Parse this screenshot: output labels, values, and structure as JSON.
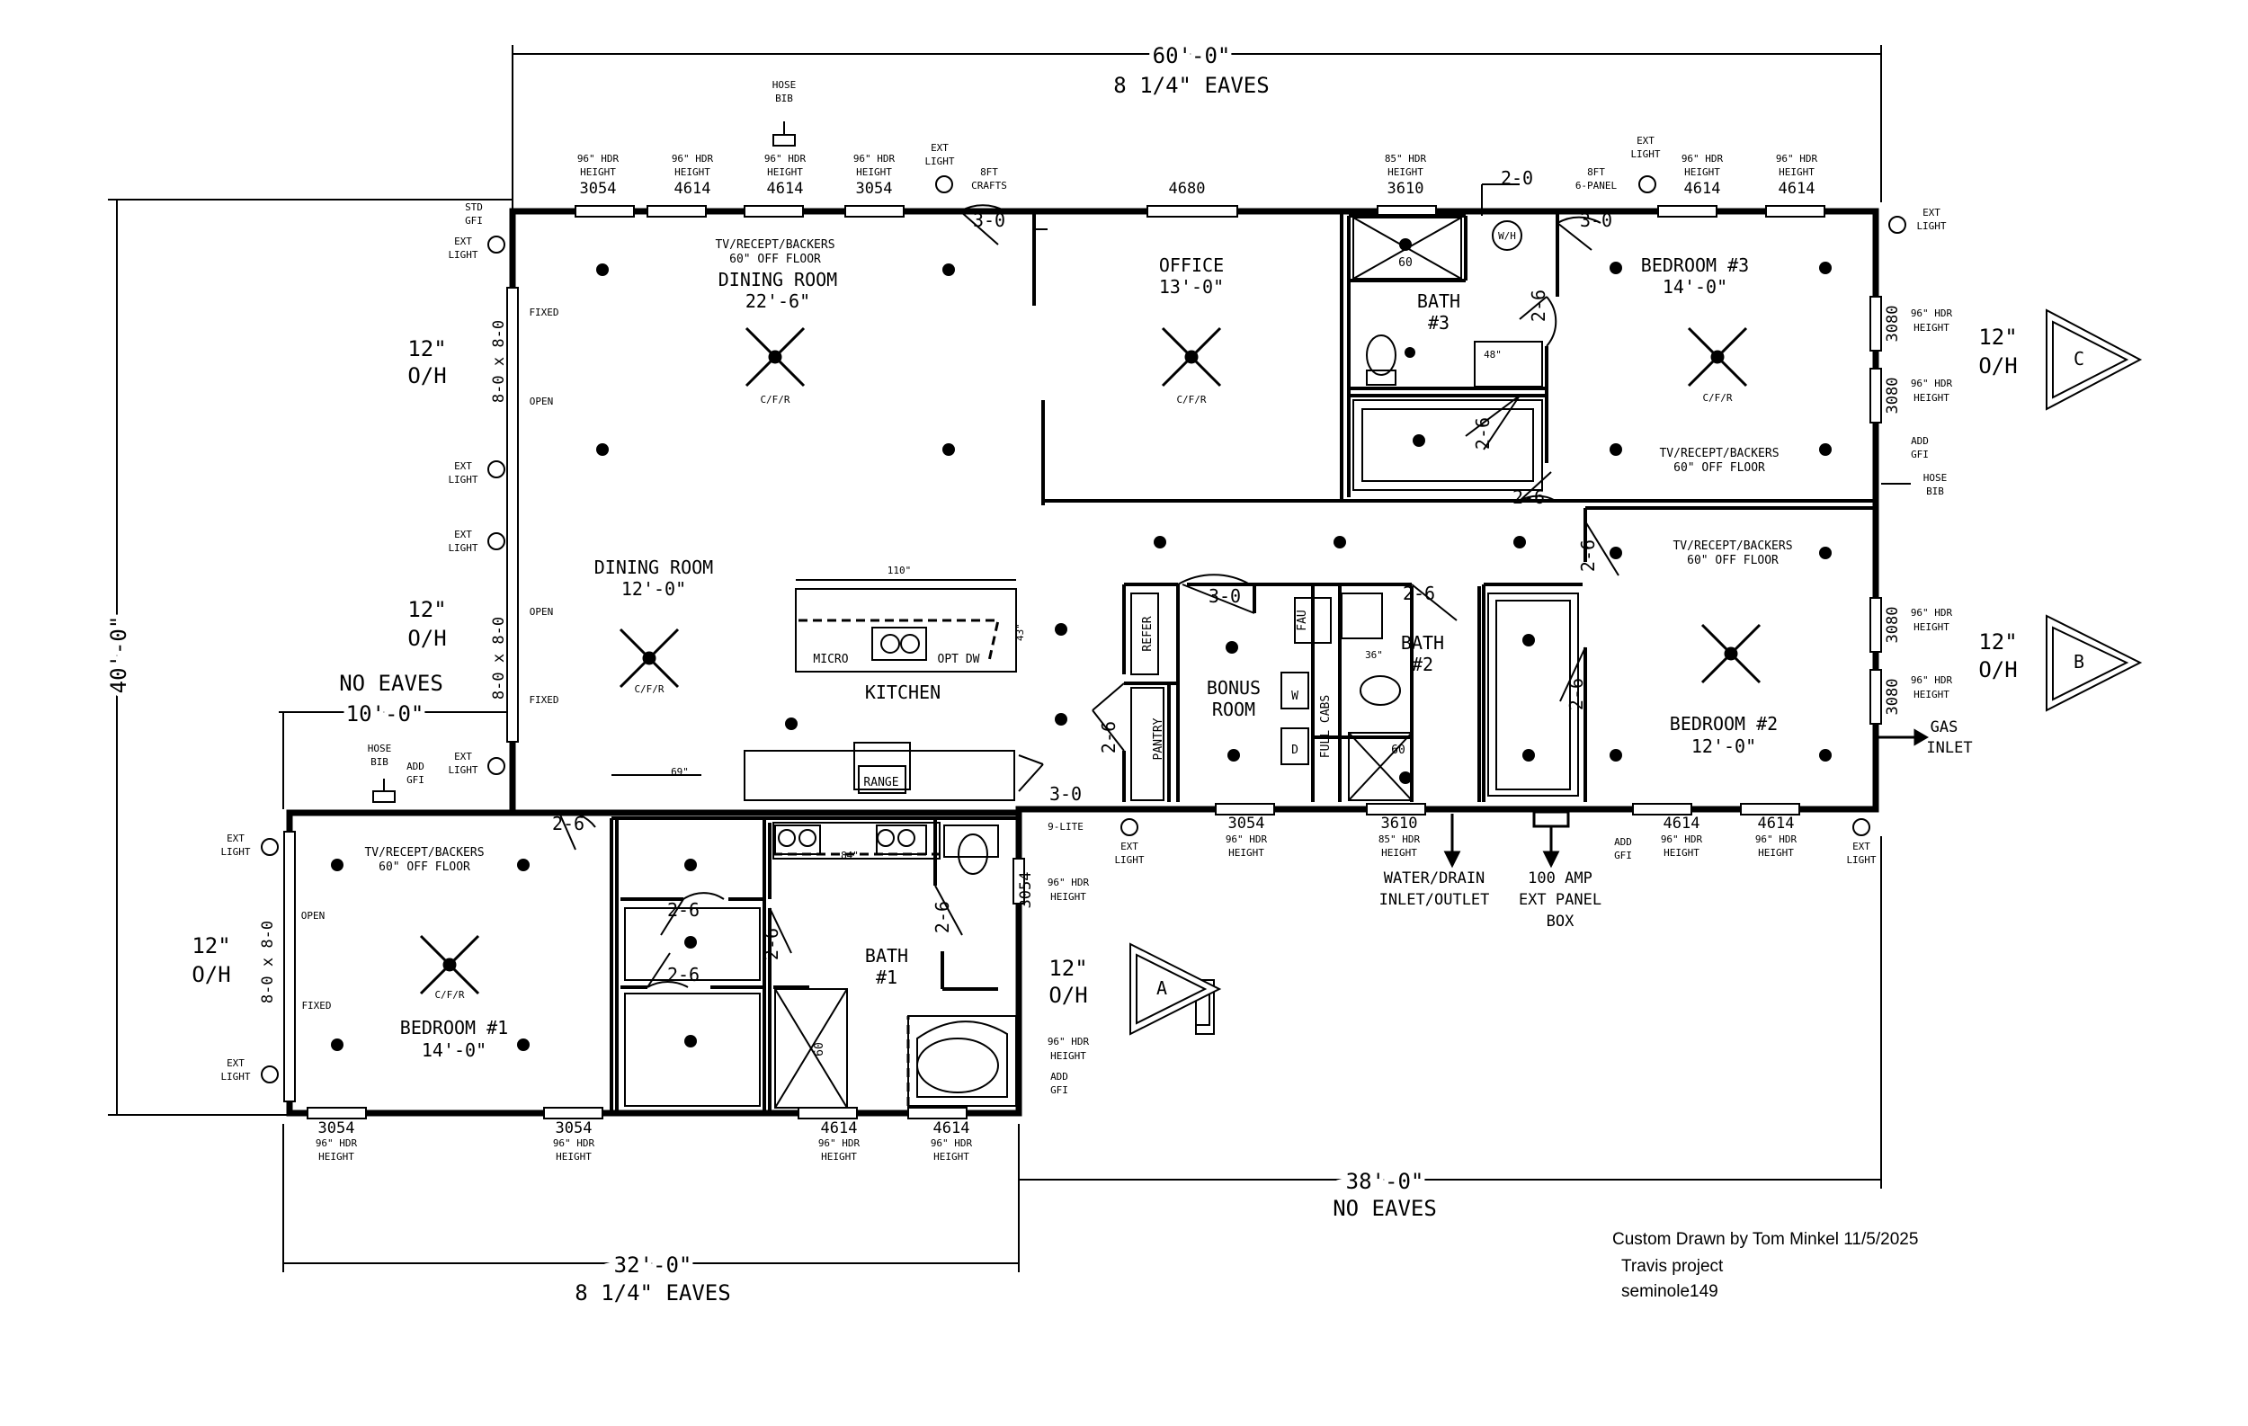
{
  "dimensions": {
    "top": "60'-0\"",
    "left": "40'-0\"",
    "bottom_left": "32'-0\"",
    "bottom_right": "38'-0\"",
    "notch": "10'-0\""
  },
  "eaves": {
    "top": "8 1/4\" EAVES",
    "bottom_left": "8 1/4\" EAVES",
    "bottom_right": "NO EAVES",
    "notch": "NO EAVES"
  },
  "overhang": {
    "size": "12\"",
    "type": "O/H"
  },
  "rooms": {
    "dining_top": {
      "name": "DINING ROOM",
      "size": "22'-6\""
    },
    "dining_mid": {
      "name": "DINING ROOM",
      "size": "12'-0\""
    },
    "office": {
      "name": "OFFICE",
      "size": "13'-0\""
    },
    "bath3": {
      "name": "BATH",
      "number": "#3"
    },
    "bedroom3": {
      "name": "BEDROOM #3",
      "size": "14'-0\""
    },
    "bedroom2": {
      "name": "BEDROOM #2",
      "size": "12'-0\""
    },
    "bedroom1": {
      "name": "BEDROOM #1",
      "size": "14'-0\""
    },
    "kitchen": {
      "name": "KITCHEN"
    },
    "bonus": {
      "name": "BONUS",
      "name2": "ROOM"
    },
    "bath2": {
      "name": "BATH",
      "number": "#2"
    },
    "bath1": {
      "name": "BATH",
      "number": "#1"
    }
  },
  "labels": {
    "fan": "C/F/R",
    "tv1": "TV/RECEPT/BACKERS",
    "tv2": "60\" OFF FLOOR",
    "hdr96": "96\" HDR",
    "hdr85": "85\" HDR",
    "height": "HEIGHT",
    "w3054": "3054",
    "w4614": "4614",
    "w4680": "4680",
    "w3610": "3610",
    "w3080": "3080",
    "hose": "HOSE",
    "bib": "BIB",
    "ext": "EXT",
    "light": "LIGHT",
    "std": "STD",
    "gfi": "GFI",
    "add": "ADD",
    "bft": "8FT",
    "crafts": "CRAFTS",
    "panel6": "6-PANEL",
    "d30": "3-0",
    "d20": "2-0",
    "d26": "2-6",
    "lite9": "9-LITE",
    "wh": "W/H",
    "fau": "FAU",
    "refer": "REFER",
    "pantry": "PANTRY",
    "full_cabs": "FULL CABS",
    "micro": "MICRO",
    "opt_dw": "OPT DW",
    "range": "RANGE",
    "fixed": "FIXED",
    "open": "OPEN",
    "slider": "8-0 x 8-0",
    "shower60": "60",
    "shower48": "48\"",
    "shower36": "36\"",
    "island": "110\"",
    "island_depth": "43\"",
    "counter69": "69\"",
    "counter84": "84\"",
    "washer": "W",
    "dryer": "D",
    "gas1": "GAS",
    "gas2": "INLET",
    "water1": "WATER/DRAIN",
    "water2": "INLET/OUTLET",
    "panel1": "100 AMP",
    "panel2": "EXT PANEL",
    "panel3": "BOX",
    "sec_a": "A",
    "sec_b": "B",
    "sec_c": "C"
  },
  "credits": {
    "line1": "Custom Drawn by Tom Minkel 11/5/2025",
    "line2": "Travis project",
    "line3": "seminole149"
  }
}
